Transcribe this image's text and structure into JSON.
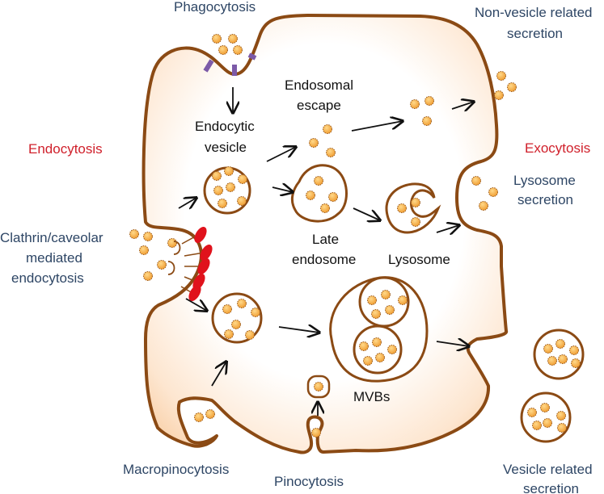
{
  "diagram": {
    "title_left": "Endocytosis",
    "title_right": "Exocytosis",
    "colors": {
      "membrane": "#8b4a14",
      "cytoplasm": "#fbd9b8",
      "particle": "#f2a53a",
      "particle_edge": "#9a5a1c",
      "receptor_phago": "#7c5aa8",
      "receptor_clathrin": "#e0121c",
      "process_label": "#2e4665",
      "category_label": "#d0202b",
      "organelle_label": "#111111",
      "arrow": "#111111"
    },
    "labels": {
      "phagocytosis": "Phagocytosis",
      "clathrin": [
        "Clathrin/caveolar",
        "mediated",
        "endocytosis"
      ],
      "macropinocytosis": "Macropinocytosis",
      "pinocytosis": "Pinocytosis",
      "non_vesicle": [
        "Non-vesicle related",
        "secretion"
      ],
      "lysosome_secretion": [
        "Lysosome",
        "secretion"
      ],
      "vesicle_secretion": [
        "Vesicle related",
        "secretion"
      ],
      "endocytic_vesicle": [
        "Endocytic",
        "vesicle"
      ],
      "endosomal_escape": [
        "Endosomal",
        "escape"
      ],
      "late_endosome": [
        "Late",
        "endosome"
      ],
      "lysosome": "Lysosome",
      "mvbs": "MVBs"
    }
  }
}
